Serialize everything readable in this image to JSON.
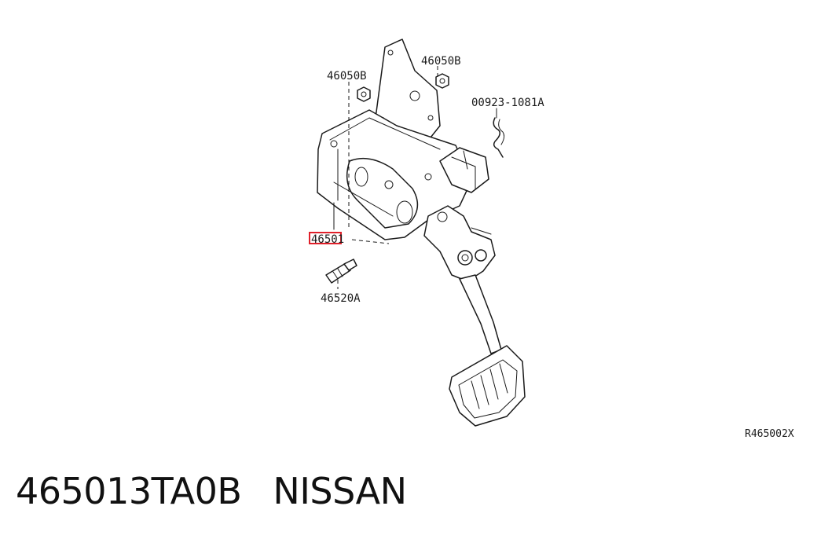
{
  "diagram": {
    "callouts": {
      "nut_upper": "46050B",
      "nut_left": "46050B",
      "clip": "00923-1081A",
      "assembly": "46501",
      "switch": "46520A"
    },
    "reference_code": "R465002X",
    "highlight_color": "#e0202a"
  },
  "caption": {
    "part_number": "465013TA0B",
    "brand": "NISSAN"
  }
}
